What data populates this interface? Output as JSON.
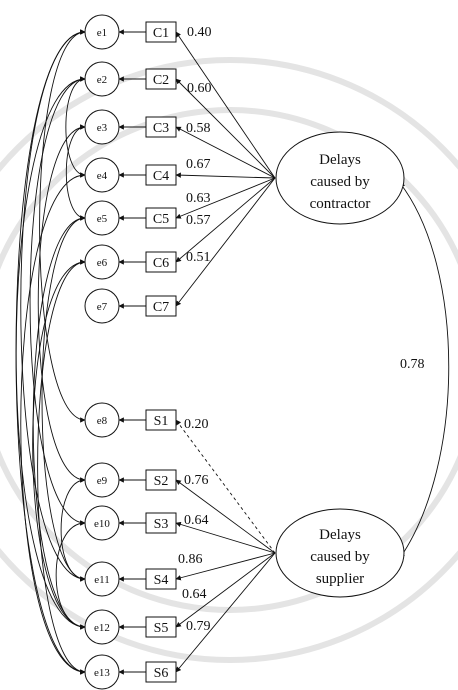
{
  "factors": [
    {
      "id": "contractor",
      "lines": [
        "Delays",
        "caused by",
        "contractor"
      ]
    },
    {
      "id": "supplier",
      "lines": [
        "Delays",
        "caused by",
        "supplier"
      ]
    }
  ],
  "errors": [
    "e1",
    "e2",
    "e3",
    "e4",
    "e5",
    "e6",
    "e7",
    "e8",
    "e9",
    "e10",
    "e11",
    "e12",
    "e13"
  ],
  "indicators": [
    {
      "id": "C1",
      "error": "e1",
      "factor": "contractor",
      "loading": "0.40"
    },
    {
      "id": "C2",
      "error": "e2",
      "factor": "contractor",
      "loading": "0.60"
    },
    {
      "id": "C3",
      "error": "e3",
      "factor": "contractor",
      "loading": "0.58"
    },
    {
      "id": "C4",
      "error": "e4",
      "factor": "contractor",
      "loading": "0.67"
    },
    {
      "id": "C5",
      "error": "e5",
      "factor": "contractor",
      "loading": "0.63"
    },
    {
      "id": "C6",
      "error": "e6",
      "factor": "contractor",
      "loading": "0.57"
    },
    {
      "id": "C7",
      "error": "e7",
      "factor": "contractor",
      "loading": "0.51"
    },
    {
      "id": "S1",
      "error": "e8",
      "factor": "supplier",
      "loading": "0.20",
      "dashed": true
    },
    {
      "id": "S2",
      "error": "e9",
      "factor": "supplier",
      "loading": "0.76"
    },
    {
      "id": "S3",
      "error": "e10",
      "factor": "supplier",
      "loading": "0.64"
    },
    {
      "id": "S4",
      "error": "e11",
      "factor": "supplier",
      "loading": "0.86"
    },
    {
      "id": "S5",
      "error": "e12",
      "factor": "supplier",
      "loading": "0.64"
    },
    {
      "id": "S6",
      "error": "e13",
      "factor": "supplier",
      "loading": "0.79"
    }
  ],
  "factor_correlation": "0.78",
  "error_covariances": [
    [
      "e1",
      "e8"
    ],
    [
      "e1",
      "e11"
    ],
    [
      "e1",
      "e13"
    ],
    [
      "e2",
      "e4"
    ],
    [
      "e2",
      "e10"
    ],
    [
      "e2",
      "e12"
    ],
    [
      "e3",
      "e5"
    ],
    [
      "e3",
      "e9"
    ],
    [
      "e4",
      "e13"
    ],
    [
      "e5",
      "e11"
    ],
    [
      "e5",
      "e12"
    ],
    [
      "e6",
      "e12"
    ],
    [
      "e6",
      "e13"
    ],
    [
      "e9",
      "e11"
    ],
    [
      "e10",
      "e12"
    ]
  ]
}
